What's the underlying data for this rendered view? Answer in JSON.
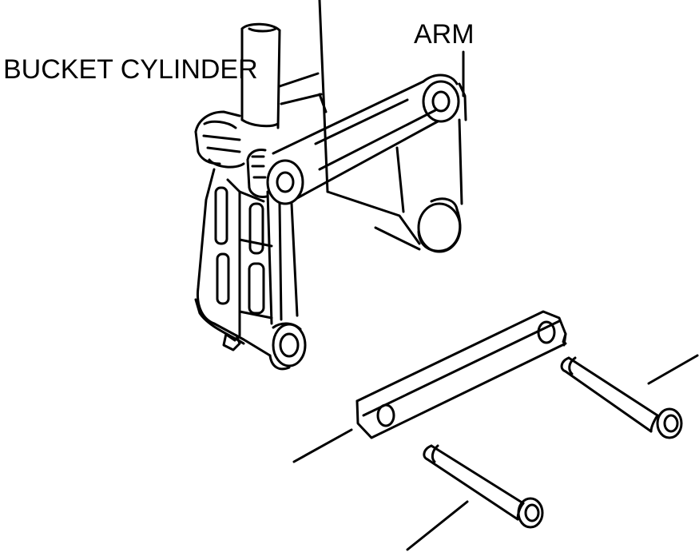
{
  "labels": {
    "bucket_cylinder": "BUCKET CYLINDER",
    "arm": "ARM"
  },
  "colors": {
    "ink": "#000000",
    "paper": "#ffffff"
  },
  "parts": [
    "bucket-cylinder-rod",
    "arm-plate",
    "link-bar",
    "bucket-linkage-bracket",
    "spacer-link-plate",
    "pin-upper",
    "pin-lower"
  ]
}
